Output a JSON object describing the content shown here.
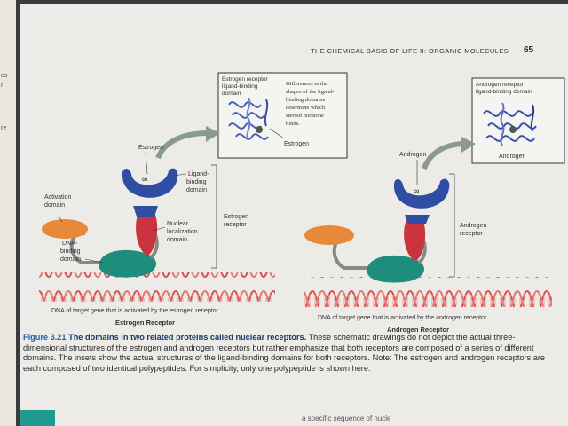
{
  "left_margin_fragments": [
    "es",
    "r",
    "re"
  ],
  "header": {
    "running_title": "THE CHEMICAL BASIS OF LIFE II: ORGANIC MOLECULES",
    "page_number": "65"
  },
  "figure": {
    "estrogen": {
      "inset_title": "Estrogen receptor ligand-binding domain",
      "inset_note": "Differences in the shapes of the ligand-binding domains determine which steroid hormone binds.",
      "inset_ligand": "Estrogen",
      "hormone_label": "Estrogen",
      "activation_domain": "Activation domain",
      "dna_binding_domain": "DNA-binding domain",
      "ligand_binding_domain": "Ligand-binding domain",
      "nuclear_localization_domain": "Nuclear localization domain",
      "receptor_bracket": "Estrogen receptor",
      "dna_caption": "DNA of target gene that is activated by the estrogen receptor",
      "panel_title": "Estrogen Receptor"
    },
    "androgen": {
      "inset_title": "Androgen receptor ligand-binding domain",
      "inset_ligand": "Androgen",
      "hormone_label": "Androgen",
      "receptor_bracket": "Androgen receptor",
      "dna_caption": "DNA of target gene that is activated by the androgen receptor",
      "panel_title": "Androgen Receptor"
    }
  },
  "caption": {
    "number": "Figure 3.21",
    "title": "The domains in two related proteins called nuclear receptors.",
    "body": "These schematic drawings do not depict the actual three-dimensional structures of the estrogen and androgen receptors but rather emphasize that both receptors are composed of a series of different domains. The insets show the actual structures of the ligand-binding domains for both receptors. Note: The estrogen and androgen receptors are each composed of two identical polypeptides. For simplicity, only one polypeptide is shown here."
  },
  "footer": {
    "next_text": "a specific sequence of nucle"
  },
  "colors": {
    "ligand_binding": "#2f4ea3",
    "nuclear_localization": "#c9343e",
    "dna_binding": "#1f8d7c",
    "activation": "#e8893a",
    "dna_helix": "#d9534f",
    "arrow": "#8a9a92"
  }
}
